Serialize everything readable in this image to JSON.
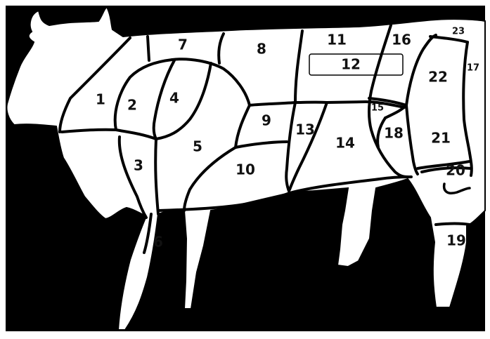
{
  "diagram": {
    "colors": {
      "background": "#000000",
      "body": "#ffffff",
      "lines": "#000000",
      "text": "#111111"
    },
    "labels": [
      "1",
      "2",
      "3",
      "4",
      "5",
      "6",
      "7",
      "8",
      "9",
      "10",
      "11",
      "12",
      "13",
      "14",
      "15",
      "16",
      "17",
      "18",
      "19",
      "20",
      "21",
      "22",
      "23"
    ]
  }
}
